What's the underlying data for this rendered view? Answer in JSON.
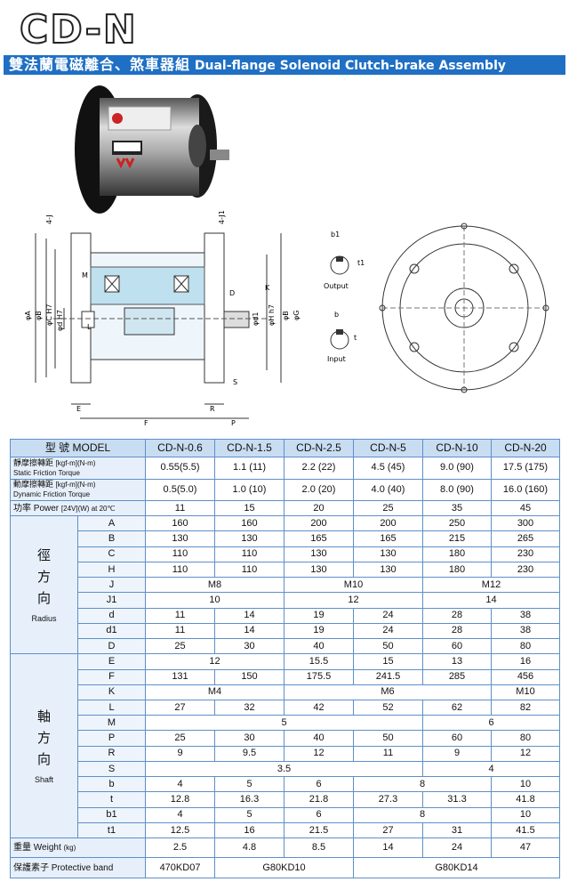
{
  "header": {
    "title": "CD-N",
    "banner_cn": "雙法蘭電磁離合、煞車器組",
    "banner_en": "Dual-flange Solenoid Clutch-brake Assembly"
  },
  "drawing": {
    "labels": {
      "four_j": "4-J",
      "four_j1": "4-J1",
      "m": "M",
      "phi_a": "φA",
      "phi_b": "φB",
      "phi_c": "φC H7",
      "phi_d": "φd H7",
      "l": "L",
      "d_cap": "D",
      "k": "K",
      "phi_d1": "φd1",
      "phi_h": "φH h7",
      "phi_b_right": "φB",
      "phi_g": "φG",
      "s": "S",
      "e": "E",
      "r": "R",
      "f": "F",
      "p": "P",
      "b1": "b1",
      "t1": "t1",
      "output": "Output",
      "b": "b",
      "t": "t",
      "input": "Input"
    }
  },
  "table": {
    "model_header": "型 號 MODEL",
    "models": [
      "CD-N-0.6",
      "CD-N-1.5",
      "CD-N-2.5",
      "CD-N-5",
      "CD-N-10",
      "CD-N-20"
    ],
    "static_torque": {
      "cn": "靜摩擦轉距",
      "en": "Static Friction Torque",
      "unit": "[kgf-m](N-m)",
      "values": [
        "0.55(5.5)",
        "1.1 (11)",
        "2.2 (22)",
        "4.5 (45)",
        "9.0 (90)",
        "17.5 (175)"
      ]
    },
    "dynamic_torque": {
      "cn": "動摩擦轉距",
      "en": "Dynamic Friction Torque",
      "unit": "[kgf-m](N-m)",
      "values": [
        "0.5(5.0)",
        "1.0 (10)",
        "2.0 (20)",
        "4.0 (40)",
        "8.0 (90)",
        "16.0 (160)"
      ]
    },
    "power": {
      "label": "功率 Power",
      "unit": "[24V](W) at 20℃",
      "values": [
        "11",
        "15",
        "20",
        "25",
        "35",
        "45"
      ]
    },
    "radius_group": {
      "cn1": "徑",
      "cn2": "方",
      "cn3": "向",
      "en": "Radius"
    },
    "shaft_group": {
      "cn1": "軸",
      "cn2": "方",
      "cn3": "向",
      "en": "Shaft"
    },
    "rows": {
      "A": [
        "160",
        "160",
        "200",
        "200",
        "250",
        "300"
      ],
      "B": [
        "130",
        "130",
        "165",
        "165",
        "215",
        "265"
      ],
      "C": [
        "110",
        "110",
        "130",
        "130",
        "180",
        "230"
      ],
      "H": [
        "110",
        "110",
        "130",
        "130",
        "180",
        "230"
      ],
      "J": [
        "M8",
        "M10",
        "M12"
      ],
      "J1": [
        "10",
        "12",
        "14"
      ],
      "d": [
        "11",
        "14",
        "19",
        "24",
        "28",
        "38"
      ],
      "d1": [
        "11",
        "14",
        "19",
        "24",
        "28",
        "38"
      ],
      "D": [
        "25",
        "30",
        "40",
        "50",
        "60",
        "80"
      ],
      "E": [
        "12",
        "15.5",
        "15",
        "13",
        "16"
      ],
      "F": [
        "131",
        "150",
        "175.5",
        "241.5",
        "285",
        "456"
      ],
      "K": [
        "M4",
        "M6",
        "M10"
      ],
      "L": [
        "27",
        "32",
        "42",
        "52",
        "62",
        "82"
      ],
      "M": [
        "5",
        "6"
      ],
      "P": [
        "25",
        "30",
        "40",
        "50",
        "60",
        "80"
      ],
      "R": [
        "9",
        "9.5",
        "12",
        "11",
        "9",
        "12"
      ],
      "S": [
        "3.5",
        "4"
      ],
      "b": [
        "4",
        "5",
        "6",
        "8",
        "10"
      ],
      "t": [
        "12.8",
        "16.3",
        "21.8",
        "27.3",
        "31.3",
        "41.8"
      ],
      "b1": [
        "4",
        "5",
        "6",
        "8",
        "10"
      ],
      "t1": [
        "12.5",
        "16",
        "21.5",
        "27",
        "31",
        "41.5"
      ]
    },
    "symbols": {
      "A": "A",
      "B": "B",
      "C": "C",
      "H": "H",
      "J": "J",
      "J1": "J1",
      "d": "d",
      "d1": "d1",
      "D": "D",
      "E": "E",
      "F": "F",
      "K": "K",
      "L": "L",
      "M": "M",
      "P": "P",
      "R": "R",
      "S": "S",
      "b": "b",
      "t": "t",
      "b1": "b1",
      "t1": "t1"
    },
    "weight": {
      "label": "重量 Weight",
      "unit": "(kg)",
      "values": [
        "2.5",
        "4.8",
        "8.5",
        "14",
        "24",
        "47"
      ]
    },
    "band": {
      "label": "保護素子 Protective band",
      "values": [
        "470KD07",
        "G80KD10",
        "G80KD14"
      ]
    }
  },
  "colors": {
    "banner": "#1f6fc4",
    "header_bg": "#c9ddf2",
    "label_bg": "#e7f0fa",
    "border": "#5f8fc8"
  }
}
